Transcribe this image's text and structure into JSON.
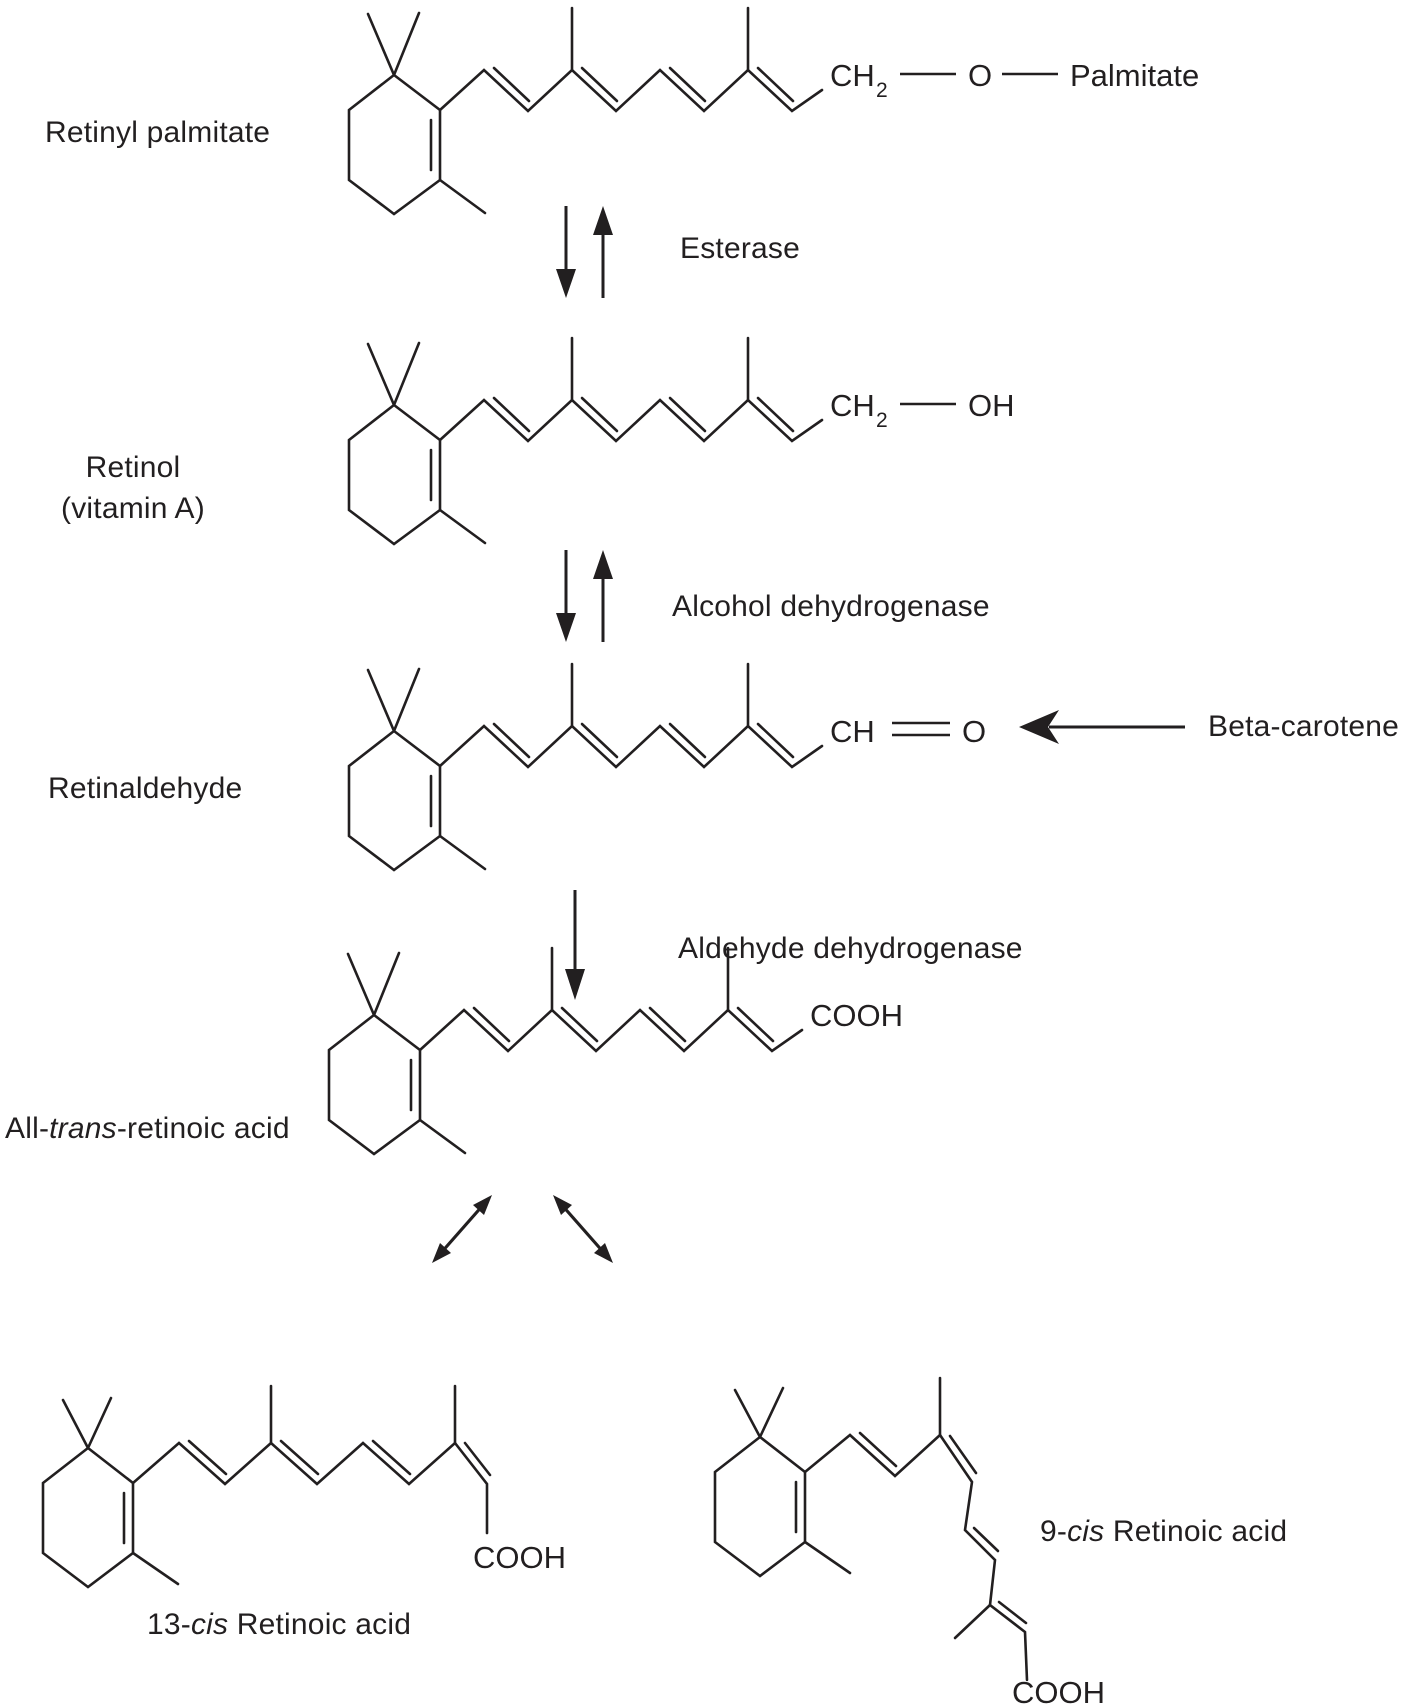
{
  "page": {
    "background": "#ffffff",
    "ink": "#221f20"
  },
  "compounds": {
    "retinyl_palmitate": {
      "name": "Retinyl palmitate",
      "tail": {
        "ch": "CH",
        "sub": "2",
        "o": "O",
        "ester": "Palmitate"
      }
    },
    "retinol": {
      "name_line1": "Retinol",
      "name_line2": "(vitamin A)",
      "tail": {
        "ch": "CH",
        "sub": "2",
        "oh": "OH"
      }
    },
    "retinaldehyde": {
      "name": "Retinaldehyde",
      "tail": {
        "ch": "CH",
        "o": "O"
      }
    },
    "all_trans_retinoic_acid": {
      "name_prefix": "All-",
      "name_italic": "trans",
      "name_suffix": "-retinoic acid",
      "tail": {
        "cooh": "COOH"
      }
    },
    "retinoic_13cis": {
      "name_prefix": "13-",
      "name_italic": "cis",
      "name_suffix": " Retinoic acid",
      "tail": {
        "cooh": "COOH"
      }
    },
    "retinoic_9cis": {
      "name_prefix": "9-",
      "name_italic": "cis",
      "name_suffix": " Retinoic acid",
      "tail": {
        "cooh": "COOH"
      }
    }
  },
  "enzymes": {
    "esterase": "Esterase",
    "alcohol_dehydrogenase": "Alcohol dehydrogenase",
    "aldehyde_dehydrogenase": "Aldehyde dehydrogenase"
  },
  "precursors": {
    "beta_carotene": "Beta-carotene"
  }
}
